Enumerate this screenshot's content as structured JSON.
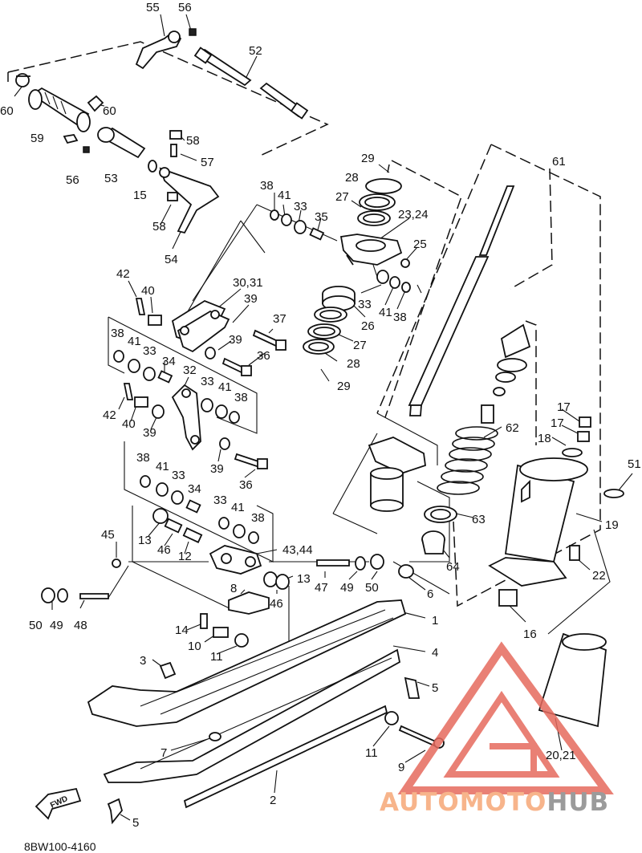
{
  "labels": [
    {
      "t": "55"
    },
    {
      "t": "56"
    },
    {
      "t": "52"
    },
    {
      "t": "60"
    },
    {
      "t": "60"
    },
    {
      "t": "59"
    },
    {
      "t": "58"
    },
    {
      "t": "57"
    },
    {
      "t": "56"
    },
    {
      "t": "53"
    },
    {
      "t": "15"
    },
    {
      "t": "58"
    },
    {
      "t": "54"
    },
    {
      "t": "29"
    },
    {
      "t": "28"
    },
    {
      "t": "27"
    },
    {
      "t": "23,24"
    },
    {
      "t": "25"
    },
    {
      "t": "38"
    },
    {
      "t": "41"
    },
    {
      "t": "33"
    },
    {
      "t": "35"
    },
    {
      "t": "61"
    },
    {
      "t": "42"
    },
    {
      "t": "40"
    },
    {
      "t": "30,31"
    },
    {
      "t": "39"
    },
    {
      "t": "37"
    },
    {
      "t": "33"
    },
    {
      "t": "41"
    },
    {
      "t": "38"
    },
    {
      "t": "26"
    },
    {
      "t": "39"
    },
    {
      "t": "36"
    },
    {
      "t": "27"
    },
    {
      "t": "28"
    },
    {
      "t": "29"
    },
    {
      "t": "38"
    },
    {
      "t": "41"
    },
    {
      "t": "33"
    },
    {
      "t": "34"
    },
    {
      "t": "32"
    },
    {
      "t": "33"
    },
    {
      "t": "41"
    },
    {
      "t": "38"
    },
    {
      "t": "42"
    },
    {
      "t": "40"
    },
    {
      "t": "39"
    },
    {
      "t": "17"
    },
    {
      "t": "17"
    },
    {
      "t": "18"
    },
    {
      "t": "62"
    },
    {
      "t": "51"
    },
    {
      "t": "39"
    },
    {
      "t": "36"
    },
    {
      "t": "38"
    },
    {
      "t": "41"
    },
    {
      "t": "33"
    },
    {
      "t": "34"
    },
    {
      "t": "33"
    },
    {
      "t": "41"
    },
    {
      "t": "38"
    },
    {
      "t": "63"
    },
    {
      "t": "19"
    },
    {
      "t": "45"
    },
    {
      "t": "13"
    },
    {
      "t": "46"
    },
    {
      "t": "12"
    },
    {
      "t": "43,44"
    },
    {
      "t": "64"
    },
    {
      "t": "22"
    },
    {
      "t": "8"
    },
    {
      "t": "47"
    },
    {
      "t": "49"
    },
    {
      "t": "50"
    },
    {
      "t": "46"
    },
    {
      "t": "13"
    },
    {
      "t": "6"
    },
    {
      "t": "50"
    },
    {
      "t": "49"
    },
    {
      "t": "48"
    },
    {
      "t": "1"
    },
    {
      "t": "16"
    },
    {
      "t": "14"
    },
    {
      "t": "10"
    },
    {
      "t": "11"
    },
    {
      "t": "4"
    },
    {
      "t": "3"
    },
    {
      "t": "5"
    },
    {
      "t": "11"
    },
    {
      "t": "7"
    },
    {
      "t": "9"
    },
    {
      "t": "20,21"
    },
    {
      "t": "2"
    },
    {
      "t": "5"
    }
  ],
  "fwd_label": "FWD",
  "drawing_code": "8BW100-4160",
  "watermark": {
    "part1": "AUTOMOTO",
    "part2": "HUB",
    "color1": "#f6a877",
    "color2": "#8a8a8a",
    "logo_color": "#e66a5e"
  },
  "ink_color": "#111111"
}
